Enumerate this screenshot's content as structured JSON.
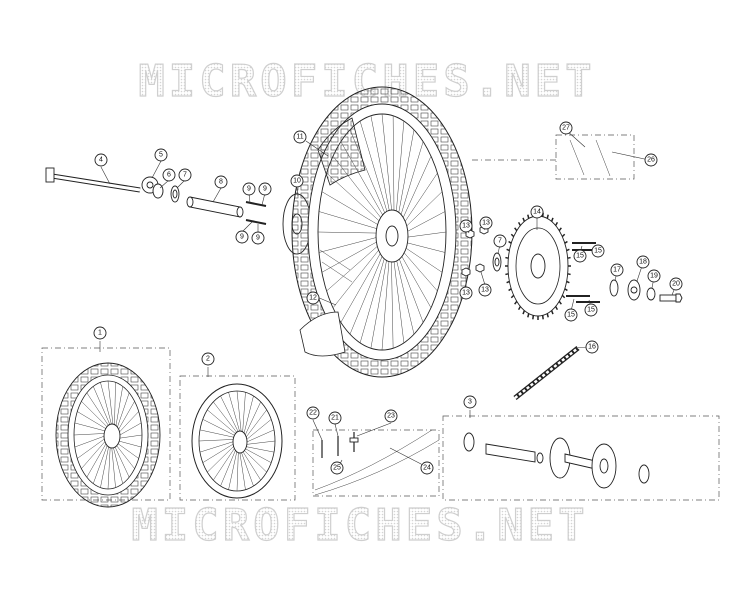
{
  "watermark": {
    "top": "MICROFICHES.NET",
    "bottom": "MICROFICHES.NET"
  },
  "callouts": [
    "1",
    "2",
    "3",
    "4",
    "5",
    "6",
    "7",
    "8",
    "9",
    "9",
    "9",
    "9",
    "10",
    "11",
    "12",
    "13",
    "13",
    "13",
    "13",
    "14",
    "15",
    "15",
    "15",
    "15",
    "16",
    "17",
    "18",
    "19",
    "20",
    "21",
    "22",
    "23",
    "24",
    "25",
    "26",
    "27",
    "7"
  ]
}
